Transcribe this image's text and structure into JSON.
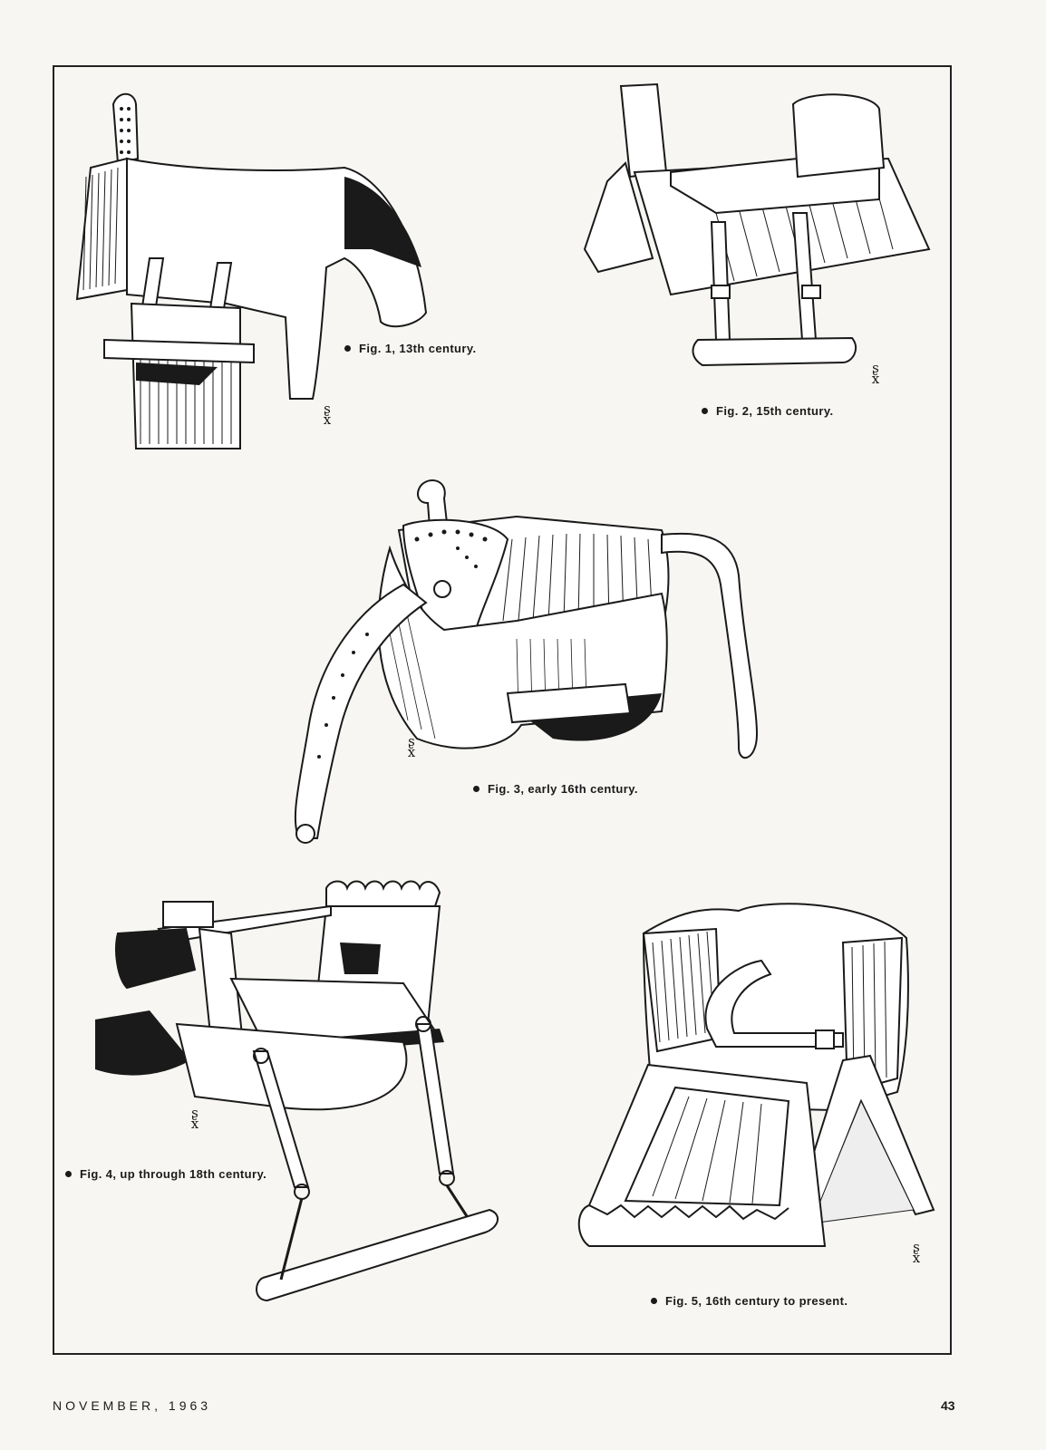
{
  "figures": [
    {
      "id": "fig1",
      "caption": "Fig. 1, 13th century."
    },
    {
      "id": "fig2",
      "caption": "Fig. 2, 15th century."
    },
    {
      "id": "fig3",
      "caption": "Fig. 3, early 16th century."
    },
    {
      "id": "fig4",
      "caption": "Fig. 4, up through 18th century."
    },
    {
      "id": "fig5",
      "caption": "Fig. 5, 16th century to present."
    }
  ],
  "footer": {
    "date": "NOVEMBER, 1963",
    "page_number": "43"
  }
}
